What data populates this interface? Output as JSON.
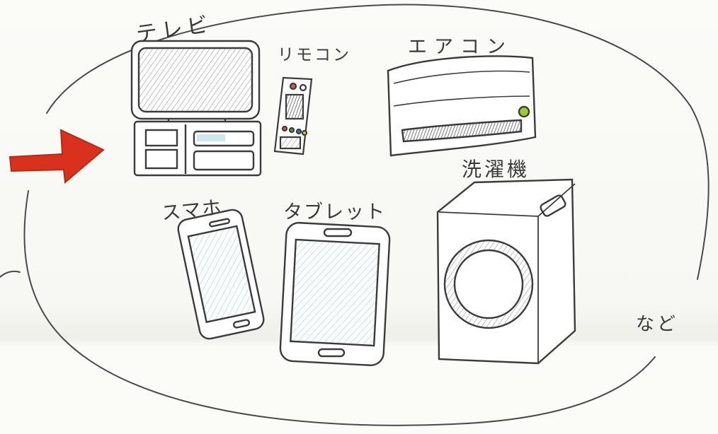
{
  "drawing": {
    "labels": {
      "tv": "テレビ",
      "remote": "リモコン",
      "aircon": "エアコン",
      "washer": "洗濯機",
      "smartphone": "スマホ",
      "tablet": "タブレット",
      "etc": "など"
    },
    "colors": {
      "pencil": "#3b3b3b",
      "arrow": "#d8321f",
      "remote_buttons": [
        "#e0524a",
        "#3fa85a",
        "#3a74c9",
        "#e8c43a"
      ],
      "aircon_lamp": "#9acd32",
      "screen_tint": "#cfe6ee"
    },
    "icons": [
      "tv-icon",
      "remote-control-icon",
      "air-conditioner-icon",
      "washing-machine-icon",
      "smartphone-icon",
      "tablet-icon",
      "arrow-right-icon"
    ]
  }
}
